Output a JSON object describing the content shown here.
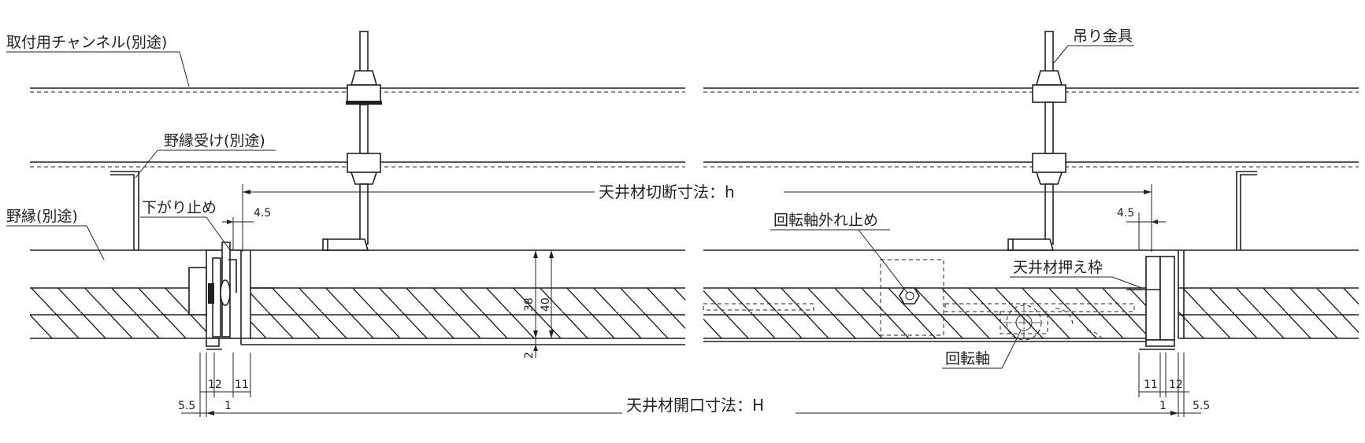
{
  "labels": {
    "mounting_channel": "取付用チャンネル(別途)",
    "joist_receiver": "野縁受け(別途)",
    "joist": "野縁(別途)",
    "drop_stop": "下がり止め",
    "hanger": "吊り金具",
    "pivot_stop": "回転軸外れ止め",
    "ceiling_frame": "天井材押え枠",
    "pivot_shaft": "回転軸"
  },
  "dimensions": {
    "ceiling_cut": "天井材切断寸法：h",
    "ceiling_opening": "天井材開口寸法：H",
    "left_45": "4.5",
    "right_45": "4.5",
    "v38": "38",
    "v40": "40",
    "v2": "2",
    "left_12": "12",
    "left_11": "11",
    "left_55": "5.5",
    "left_1": "1",
    "right_11": "11",
    "right_12": "12",
    "right_1": "1",
    "right_55": "5.5"
  }
}
